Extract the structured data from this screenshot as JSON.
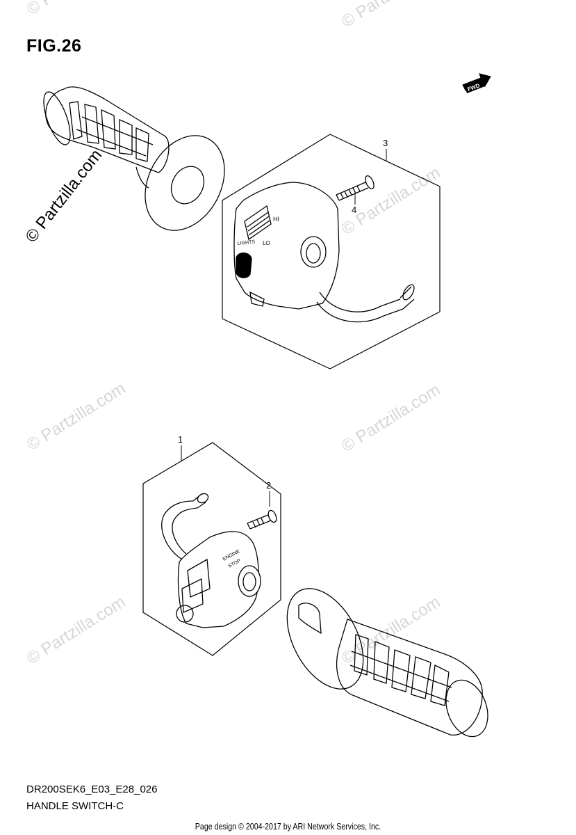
{
  "figure": {
    "title": "FIG.26",
    "model_code": "DR200SEK6_E03_E28_026",
    "section_name": "HANDLE SWITCH-C"
  },
  "fwd_arrow": {
    "label": "FWD"
  },
  "watermark": {
    "text": "© Partzilla.com"
  },
  "callouts": [
    {
      "id": "1"
    },
    {
      "id": "2"
    },
    {
      "id": "3"
    },
    {
      "id": "4"
    }
  ],
  "switch_labels": {
    "upper": {
      "hi": "HI",
      "lo": "LO",
      "lights": "LIGHTS"
    },
    "lower": {
      "engine": "ENGINE",
      "stop": "STOP"
    }
  },
  "footer": {
    "credit": "Page design © 2004-2017 by ARI Network Services, Inc."
  }
}
